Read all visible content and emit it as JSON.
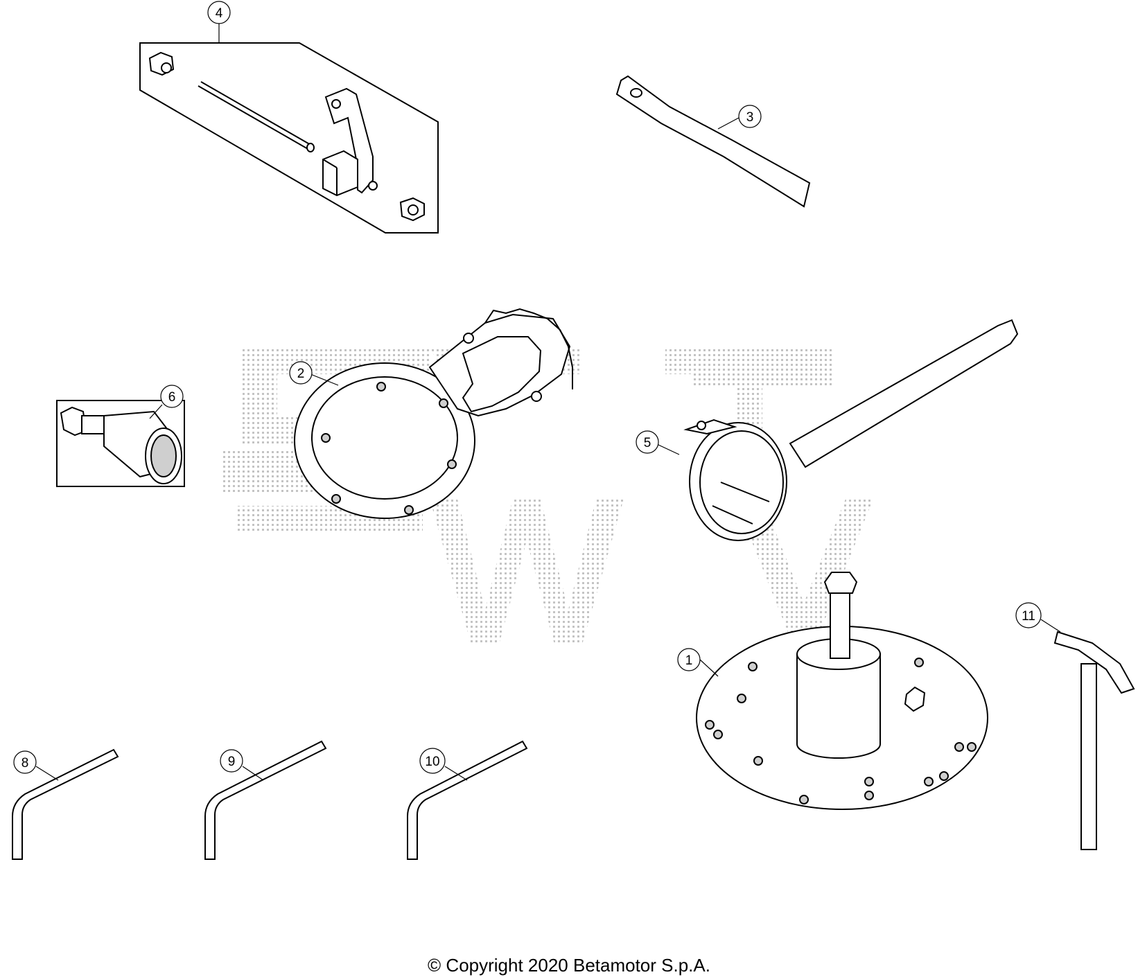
{
  "diagram": {
    "callouts": [
      {
        "id": "1",
        "label": "1"
      },
      {
        "id": "2",
        "label": "2"
      },
      {
        "id": "3",
        "label": "3"
      },
      {
        "id": "4",
        "label": "4"
      },
      {
        "id": "5",
        "label": "5"
      },
      {
        "id": "6",
        "label": "6"
      },
      {
        "id": "8",
        "label": "8"
      },
      {
        "id": "9",
        "label": "9"
      },
      {
        "id": "10",
        "label": "10"
      },
      {
        "id": "11",
        "label": "11"
      }
    ],
    "copyright": "© Copyright 2020 Betamotor S.p.A."
  }
}
